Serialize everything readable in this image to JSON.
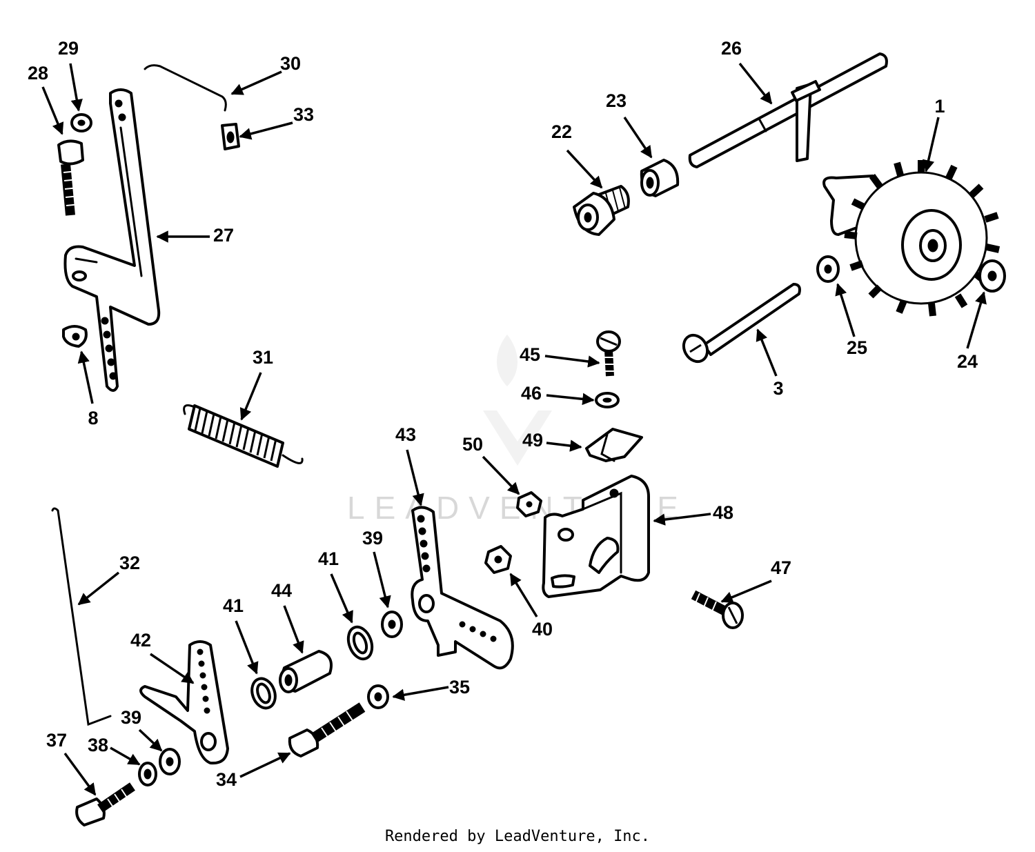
{
  "credit": "Rendered by LeadVenture, Inc.",
  "watermark": "LEADVENTURE",
  "colors": {
    "line": "#000000",
    "background": "#ffffff",
    "watermark": "#d8d8d8"
  },
  "callouts": [
    "1",
    "3",
    "8",
    "22",
    "23",
    "24",
    "25",
    "26",
    "27",
    "28",
    "29",
    "30",
    "31",
    "32",
    "33",
    "34",
    "35",
    "37",
    "38",
    "39",
    "39",
    "40",
    "41",
    "41",
    "42",
    "43",
    "44",
    "45",
    "46",
    "47",
    "48",
    "49",
    "50"
  ]
}
